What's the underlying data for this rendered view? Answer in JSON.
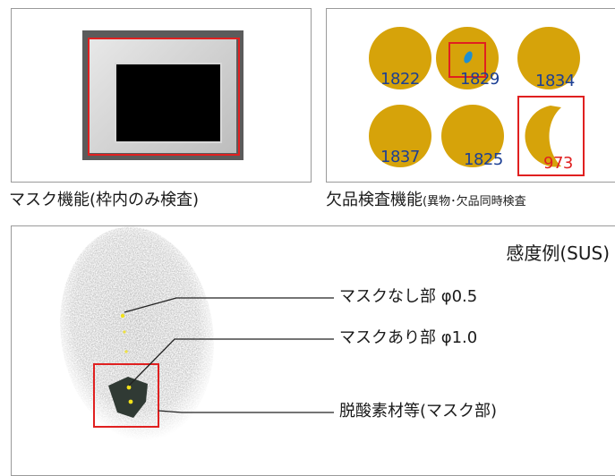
{
  "mask_function": {
    "caption": "マスク機能(枠内のみ検査)"
  },
  "defect_function": {
    "caption_main": "欠品検査機能",
    "caption_sub": "(異物･欠品同時検査",
    "items": [
      {
        "number": "1822",
        "number_color": "#1c3f94"
      },
      {
        "number": "1829",
        "number_color": "#1c3f94"
      },
      {
        "number": "1834",
        "number_color": "#1c3f94"
      },
      {
        "number": "1837",
        "number_color": "#1c3f94"
      },
      {
        "number": "1825",
        "number_color": "#1c3f94"
      },
      {
        "number": "973",
        "number_color": "#e02020"
      }
    ]
  },
  "sensitivity": {
    "title": "感度例(SUS)",
    "labels": {
      "no_mask": "マスクなし部 φ0.5",
      "with_mask": "マスクあり部 φ1.0",
      "deoxidizer": "脱酸素材等(マスク部)"
    }
  },
  "colors": {
    "frame_red": "#e02020",
    "coin_gold": "#d6a30a",
    "number_blue": "#1c3f94",
    "number_red": "#e02020",
    "marker_yellow": "#f2e21a"
  }
}
